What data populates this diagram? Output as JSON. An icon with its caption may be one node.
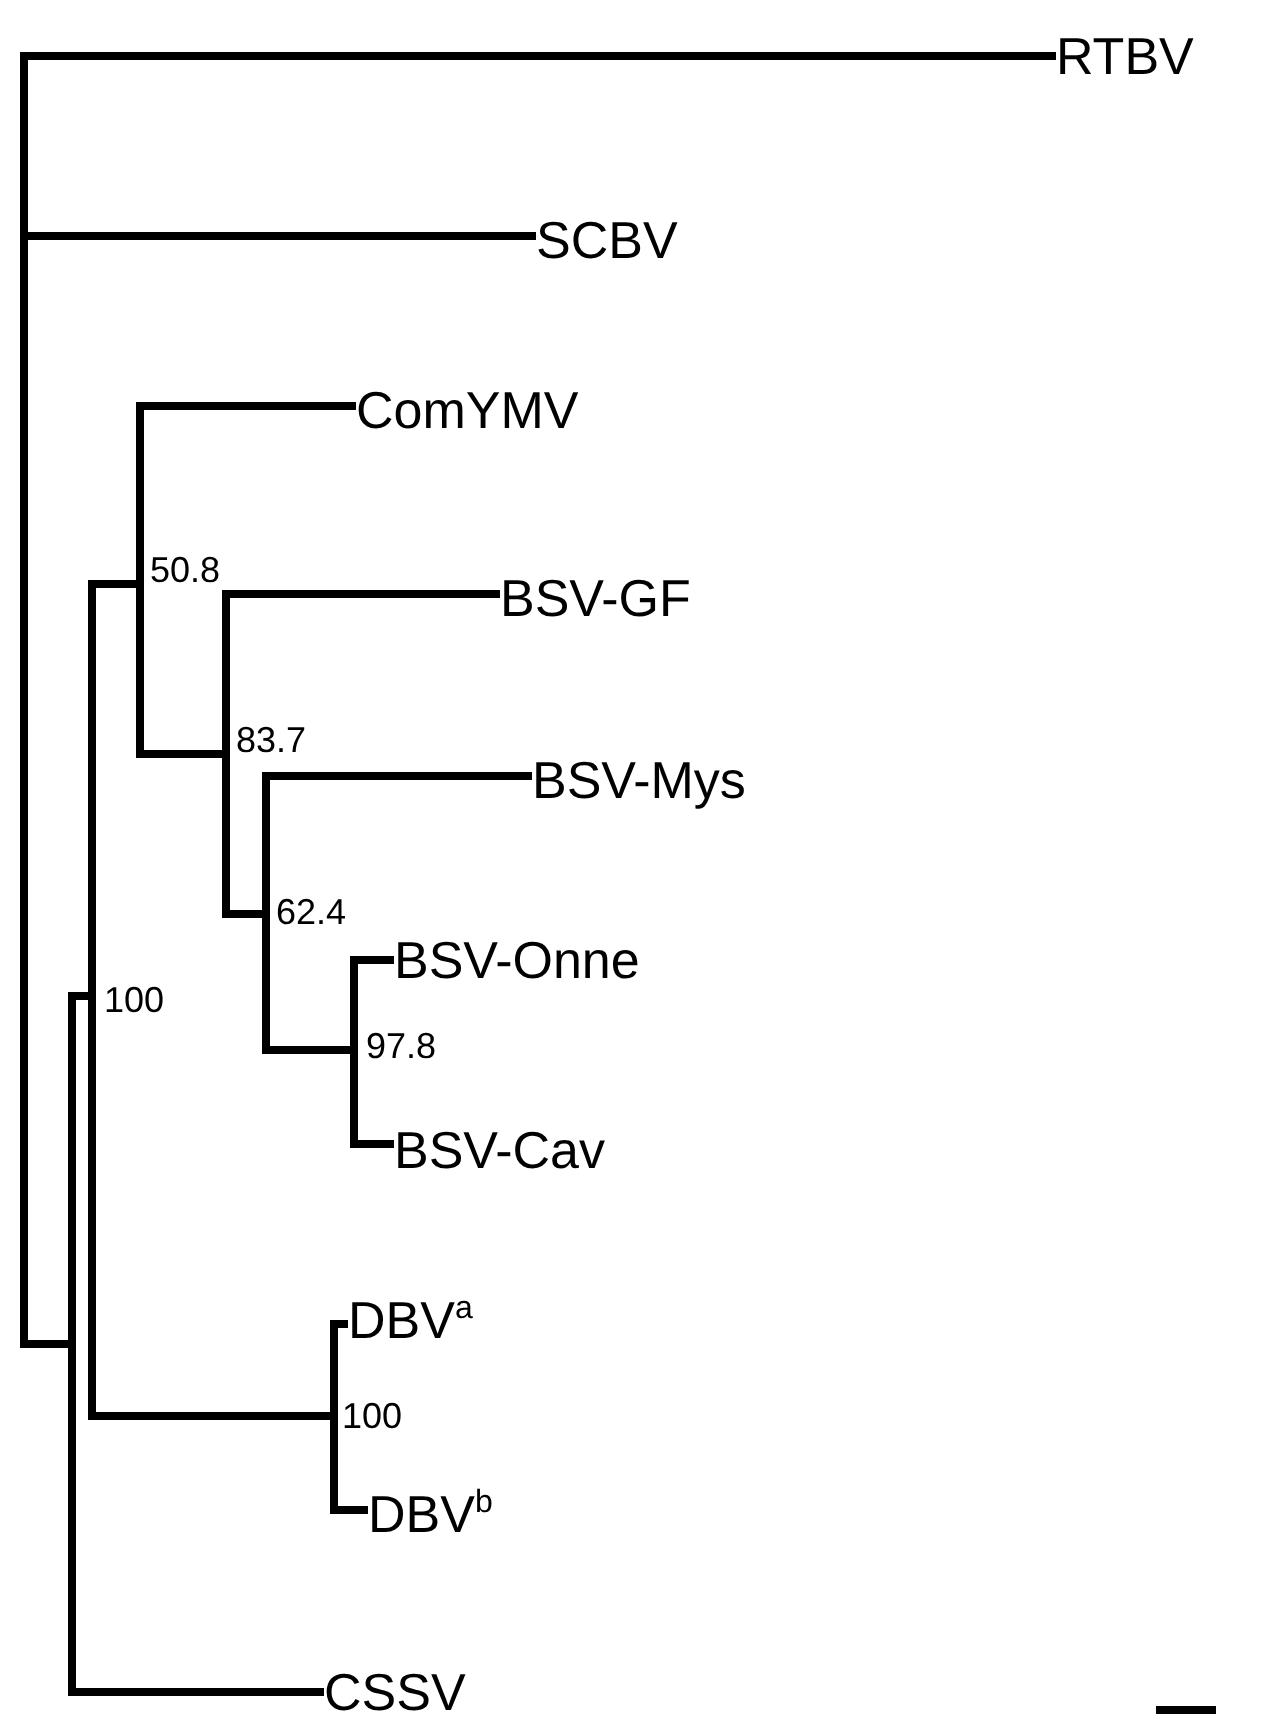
{
  "diagram": {
    "nodes": [
      {
        "text": [],
        "shape": "bar"
      },
      {
        "text": [
          "RTBV"
        ]
      },
      {
        "text": [
          "SCBV"
        ]
      },
      {
        "text": [],
        "shape": "bar",
        "beside": [
          "50.8"
        ]
      },
      {
        "text": [
          "ComYMV"
        ]
      },
      {
        "text": [],
        "shape": "bar",
        "beside": [
          "83.7"
        ]
      },
      {
        "text": [
          "BSV-GF"
        ]
      },
      {
        "text": [],
        "shape": "bar",
        "beside": [
          "62.4"
        ]
      },
      {
        "text": [
          "BSV-Mys"
        ]
      },
      {
        "text": [],
        "shape": "bar",
        "beside": [
          "97.8"
        ]
      },
      {
        "text": [
          "BSV-Onne"
        ]
      },
      {
        "text": [
          "BSV-Cav"
        ]
      },
      {
        "text": [],
        "shape": "bar",
        "beside": [
          "100"
        ]
      },
      {
        "text": [],
        "shape": "bar"
      },
      {
        "text": [],
        "shape": "bar",
        "beside": [
          "100"
        ]
      },
      {
        "text": [
          "DBV$^{a}$"
        ]
      },
      {
        "text": [
          "DBV$^{b}$"
        ]
      },
      {
        "text": [
          "CSSV"
        ]
      }
    ],
    "edges": [
      {
        "from": 0,
        "to": 1,
        "arrow": "none"
      },
      {
        "from": 0,
        "to": 2,
        "arrow": "none"
      },
      {
        "from": 0,
        "to": 13,
        "arrow": "none"
      },
      {
        "from": 13,
        "to": 12,
        "arrow": "none"
      },
      {
        "from": 13,
        "to": 17,
        "arrow": "none"
      },
      {
        "from": 12,
        "to": 3,
        "arrow": "none"
      },
      {
        "from": 12,
        "to": 14,
        "arrow": "none"
      },
      {
        "from": 3,
        "to": 4,
        "arrow": "none"
      },
      {
        "from": 3,
        "to": 5,
        "arrow": "none"
      },
      {
        "from": 5,
        "to": 6,
        "arrow": "none"
      },
      {
        "from": 5,
        "to": 7,
        "arrow": "none"
      },
      {
        "from": 7,
        "to": 8,
        "arrow": "none"
      },
      {
        "from": 7,
        "to": 9,
        "arrow": "none"
      },
      {
        "from": 9,
        "to": 10,
        "arrow": "none"
      },
      {
        "from": 9,
        "to": 11,
        "arrow": "none"
      },
      {
        "from": 14,
        "to": 15,
        "arrow": "none"
      },
      {
        "from": 14,
        "to": 16,
        "arrow": "none"
      }
    ]
  }
}
